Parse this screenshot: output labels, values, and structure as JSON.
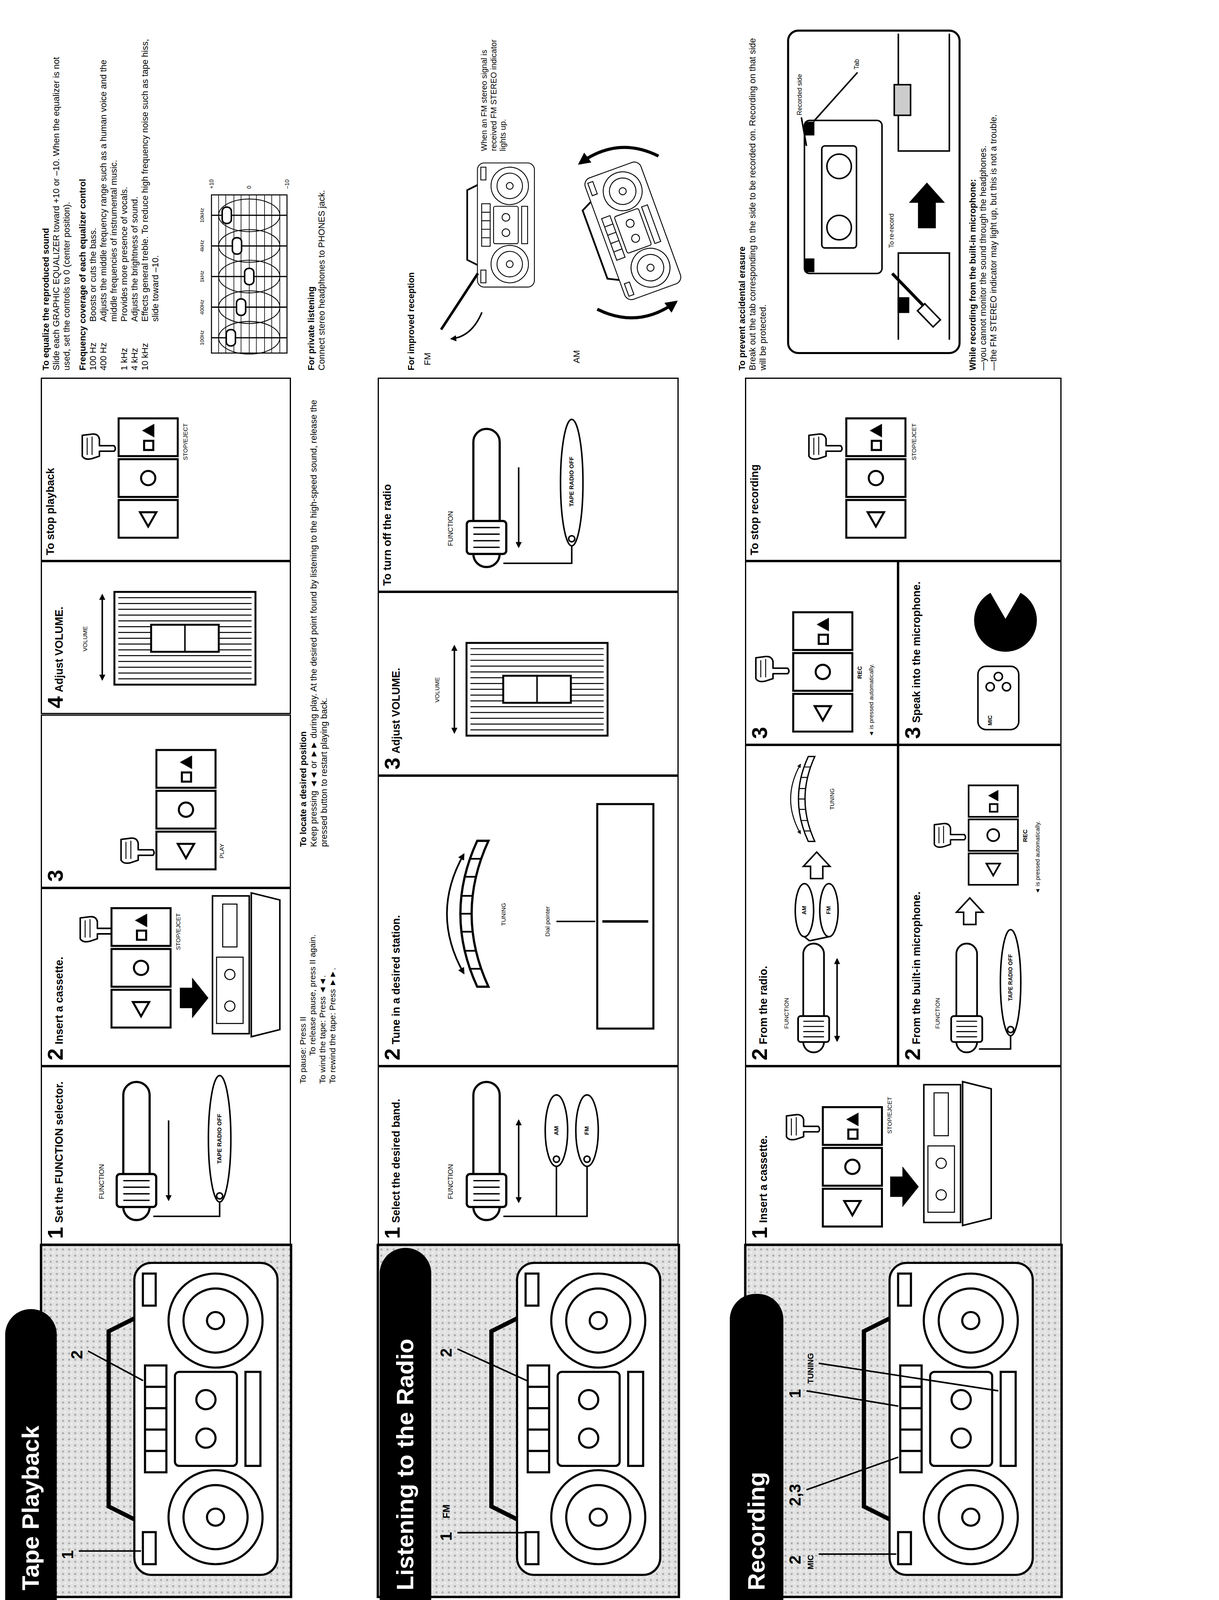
{
  "diagram": {
    "nodes": [
      {
        "text": [
          "Tape Playback"
        ]
      },
      {
        "text": [
          "1",
          "Set the FUNCTION selector."
        ]
      },
      {
        "text": [
          "2",
          "Insert a cassette."
        ]
      },
      {
        "text": [
          "3"
        ]
      },
      {
        "text": [
          "4",
          "Adjust VOLUME."
        ]
      },
      {
        "text": [
          "To stop playback"
        ]
      },
      {
        "text": [
          "Listening to the Radio"
        ]
      },
      {
        "text": [
          "1",
          "Select the desired band."
        ]
      },
      {
        "text": [
          "2",
          "Tune in a desired station."
        ]
      },
      {
        "text": [
          "3",
          "Adjust VOLUME."
        ]
      },
      {
        "text": [
          "To turn off the radio"
        ]
      },
      {
        "text": [
          "Recording"
        ]
      },
      {
        "text": [
          "1",
          "Insert a cassette."
        ]
      },
      {
        "text": [
          "2",
          "From the radio."
        ]
      },
      {
        "text": [
          "3"
        ]
      },
      {
        "text": [
          "2",
          "From the built-in microphone."
        ]
      },
      {
        "text": [
          "3",
          "Speak into the microphone."
        ]
      },
      {
        "text": [
          "To stop recording"
        ]
      }
    ],
    "labels": [
      "1",
      "2",
      "FUNCTION",
      "TAPE RADIO OFF",
      "STOP/EJCET",
      "PLAY",
      "VOLUME",
      "STOP/EJECT",
      "To equalize the reproduced sound",
      "Slide each GRAPHIC EQUALIZER toward +10 or –10. When the equalizer is not used, set the controls to 0 (center position).",
      "Frequency coverage of each equalizer control",
      "100 Hz",
      "Boosts or cuts the bass.",
      "400 Hz",
      "Adjusts the middle frequency range such as a human voice and the middle frequencies of instrumental music.",
      "1 kHz",
      "Provides more presence of vocals.",
      "4 kHz",
      "Adjusts the brightness of sound.",
      "10 kHz",
      "Effects general treble. To reduce high frequency noise such as tape hiss, slide toward –10.",
      "100Hz",
      "400Hz",
      "1kHz",
      "4kHz",
      "10kHz",
      "+10",
      "0",
      "–10",
      "For private listening",
      "Connect stereo headphones to PHONES jack.",
      "To pause: Press II",
      "To release pause, press II again.",
      "To wind the tape: Press ◄◄.",
      "To rewind the tape: Press ►►.",
      "To locate a desired position",
      "Keep pressing ◄◄ or ►► during play. At the desired point found by listening to the high-speed sound, release the pressed button to restart playing back.",
      "1",
      "FM",
      "2",
      "FUNCTION",
      "AM",
      "FM",
      "TUNING",
      "Dial pointer",
      "VOLUME",
      "FUNCTION",
      "TAPE RADIO OFF",
      "For improved reception",
      "FM",
      "When an FM stereo signal is received FM STEREO indicator lights up.",
      "AM",
      "2",
      "MIC",
      "2,3",
      "1",
      "TUNING",
      "STOP/EJCET",
      "FUNCTION",
      "AM",
      "FM",
      "TUNING",
      "REC",
      "◄ is pressed automatically.",
      "FUNCTION",
      "TAPE RADIO OFF",
      "REC",
      "◄ is pressed automatically.",
      "MIC",
      "STOP/EJCET",
      "To prevent accidental erasure",
      "Break out the tab corresponding to the side to be recorded on. Recording on that side will be protected.",
      "Recorded side",
      "Tab",
      "To re-record",
      "While recording from the built-in microphone:",
      "—you cannot monitor the sound through the headphones.",
      "—the FM STEREO indicator may light up, but this is not a trouble."
    ]
  }
}
